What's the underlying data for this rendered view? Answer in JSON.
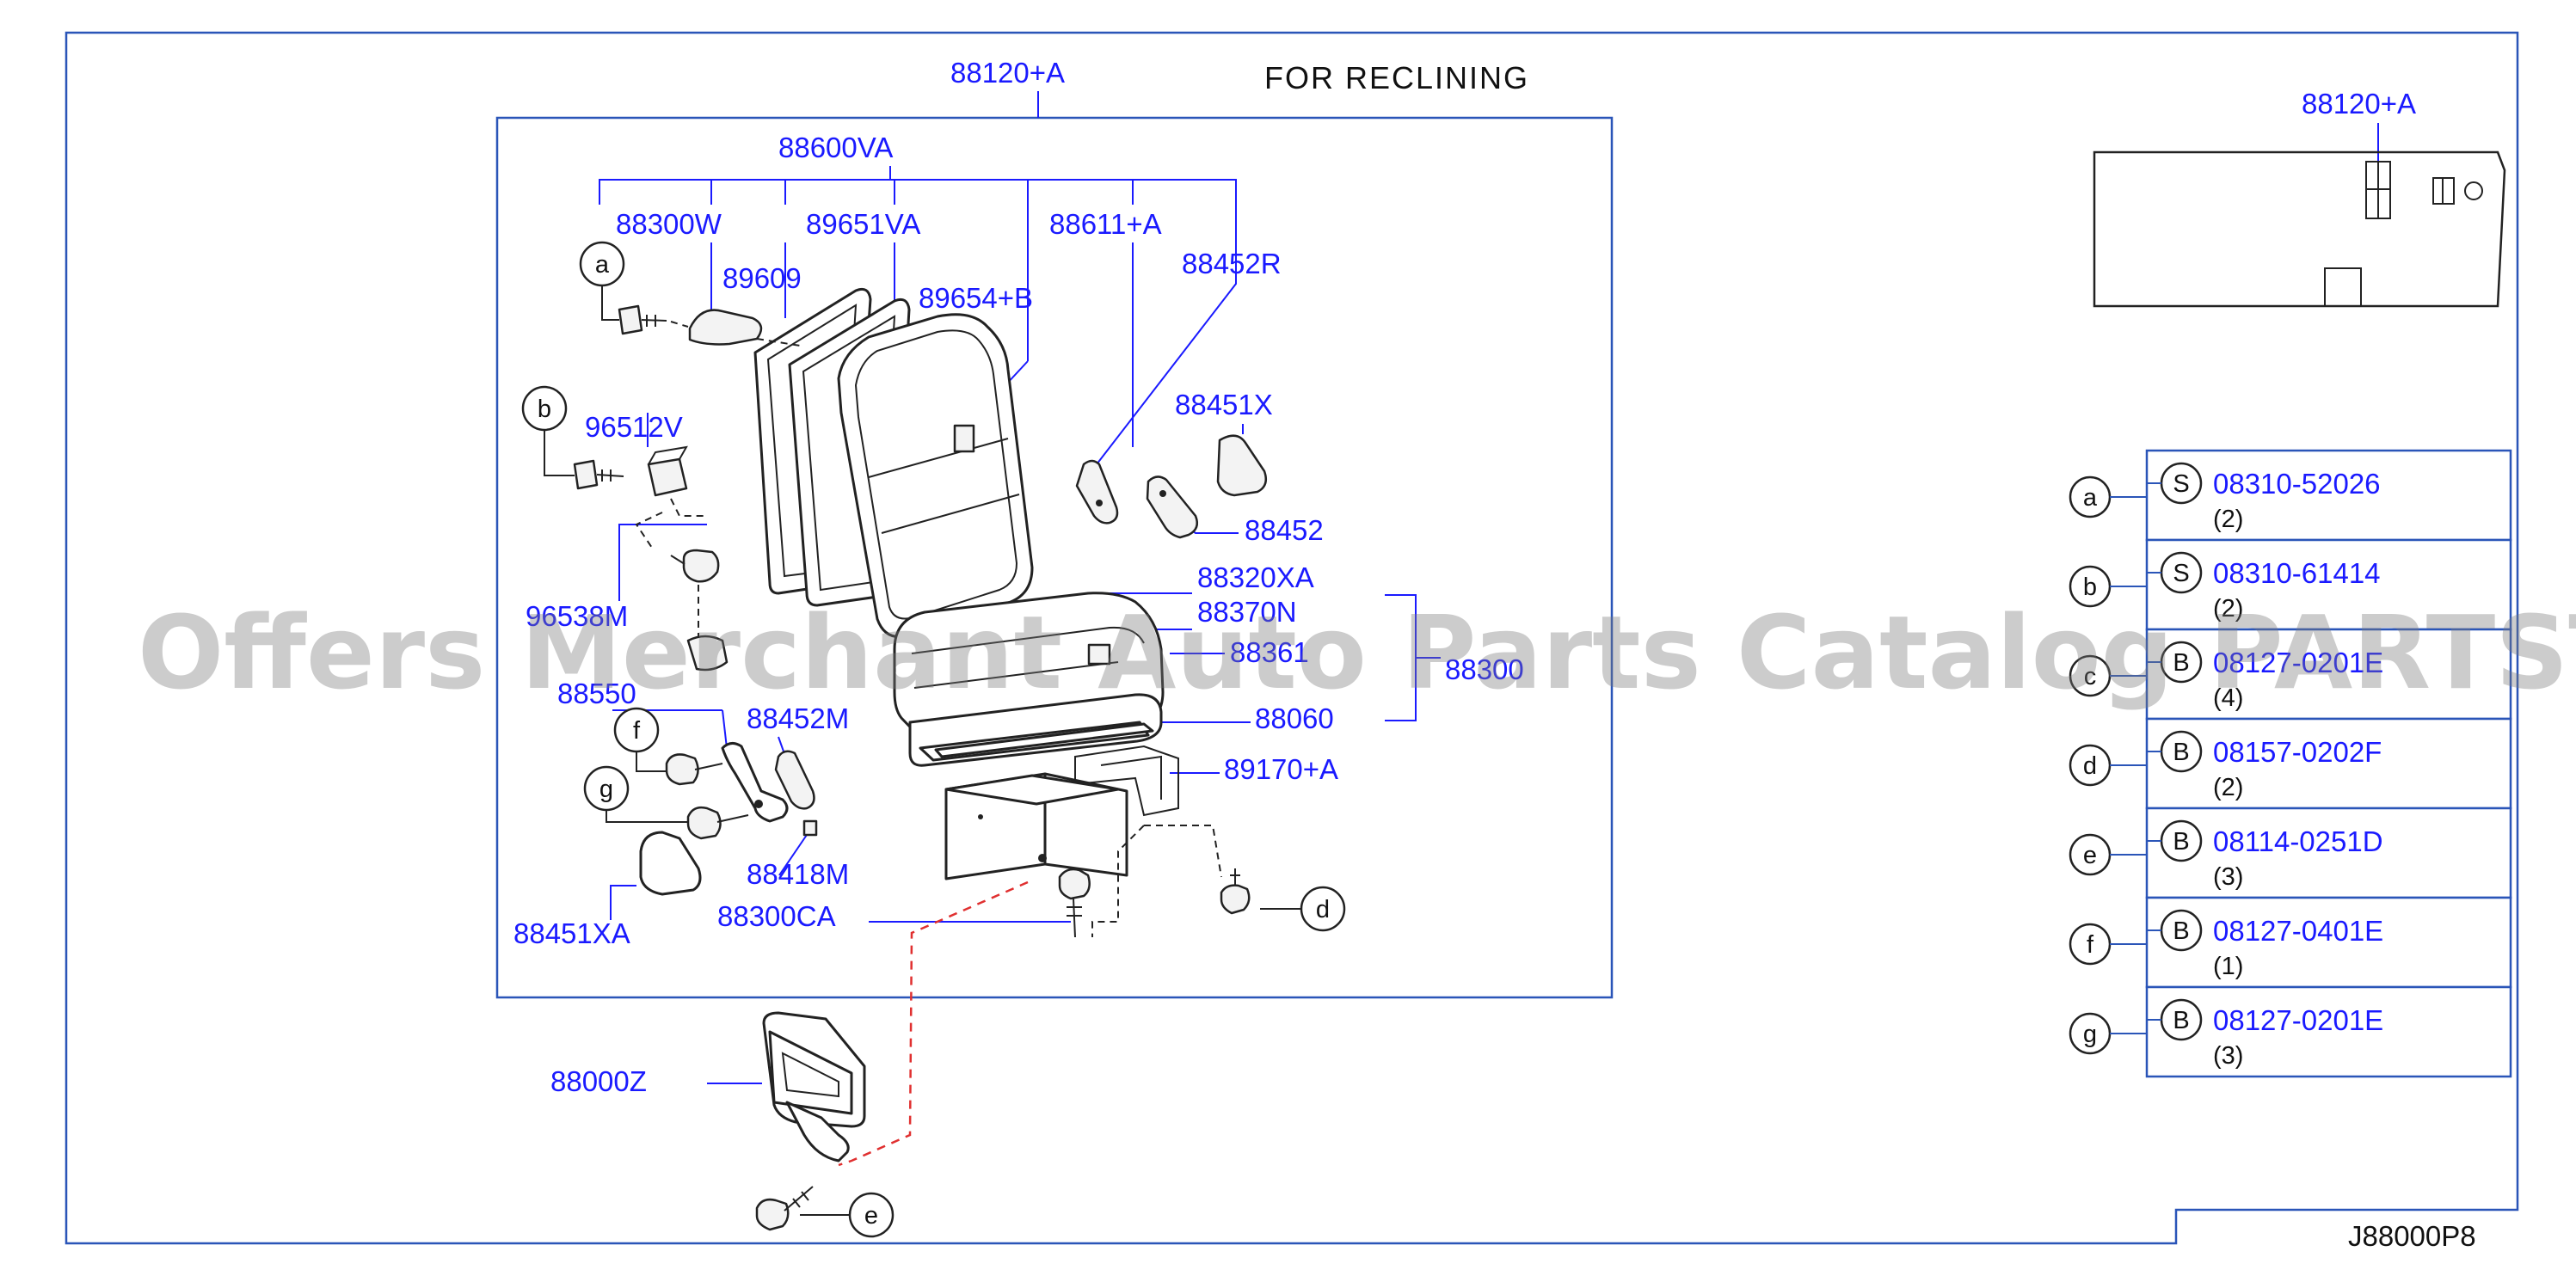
{
  "title": "FOR  RECLINING",
  "watermark": "Offers Merchant Auto Parts Catalog PARTSTORE.SA",
  "footer_code": "J88000P8",
  "inset_label": "88120+A",
  "part_labels": {
    "p88120A": "88120+A",
    "p88600VA": "88600VA",
    "p88300W": "88300W",
    "p89651VA": "89651VA",
    "p88611A": "88611+A",
    "p88452R": "88452R",
    "p89609": "89609",
    "p89654B": "89654+B",
    "p88451X": "88451X",
    "p96512V": "96512V",
    "p88452": "88452",
    "p88320XA": "88320XA",
    "p88370N": "88370N",
    "p88361": "88361",
    "p88300": "88300",
    "p96538M": "96538M",
    "p88550": "88550",
    "p88452M": "88452M",
    "p88060": "88060",
    "p89170A": "89170+A",
    "p88418M": "88418M",
    "p88300CA": "88300CA",
    "p88451XA": "88451XA",
    "p88000Z": "88000Z"
  },
  "callouts": {
    "a": "a",
    "b": "b",
    "d": "d",
    "e": "e",
    "f": "f",
    "g": "g"
  },
  "fastener_table": [
    {
      "letter": "a",
      "type": "S",
      "part": "08310-52026",
      "qty": "(2)"
    },
    {
      "letter": "b",
      "type": "S",
      "part": "08310-61414",
      "qty": "(2)"
    },
    {
      "letter": "c",
      "type": "B",
      "part": "08127-0201E",
      "qty": "(4)"
    },
    {
      "letter": "d",
      "type": "B",
      "part": "08157-0202F",
      "qty": "(2)"
    },
    {
      "letter": "e",
      "type": "B",
      "part": "08114-0251D",
      "qty": "(3)"
    },
    {
      "letter": "f",
      "type": "B",
      "part": "08127-0401E",
      "qty": "(1)"
    },
    {
      "letter": "g",
      "type": "B",
      "part": "08127-0201E",
      "qty": "(3)"
    }
  ]
}
